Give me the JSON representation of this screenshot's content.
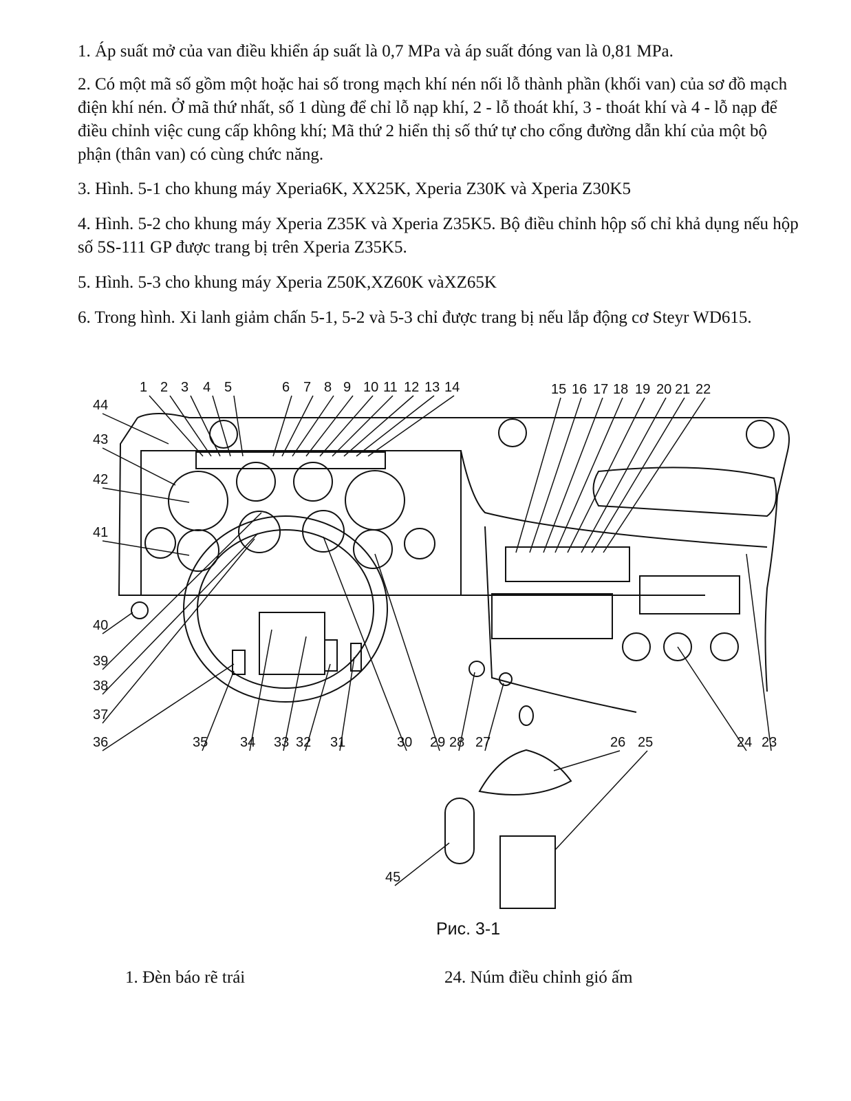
{
  "paragraphs": [
    "1. Áp suất mở của van điều khiển áp suất là 0,7 MPa và áp suất đóng van là 0,81 MPa.",
    "2. Có một mã số gồm một hoặc hai số trong mạch khí nén nối lỗ thành phần (khối van) của sơ đồ mạch điện khí nén. Ở mã thứ nhất, số 1 dùng để chỉ lỗ nạp khí, 2 - lỗ thoát khí, 3 - thoát khí và 4 - lỗ nạp để điều chỉnh việc cung cấp không khí; Mã thứ 2 hiển thị số thứ tự cho cổng đường dẫn khí của một bộ phận (thân van) có cùng chức năng.",
    "3. Hình. 5-1 cho khung máy Xperia6K, XX25K, Xperia Z30K và Xperia Z30K5",
    "4. Hình. 5-2 cho khung máy Xperia Z35K và Xperia Z35K5. Bộ điều chỉnh hộp số chỉ khả dụng nếu hộp số 5S-111 GP được trang bị trên Xperia Z35K5.",
    "5. Hình. 5-3 cho khung máy Xperia Z50K,XZ60K vàXZ65K",
    "6. Trong hình. Xi lanh giảm chấn 5-1, 5-2 và 5-3 chỉ được trang bị nếu lắp động cơ Steyr WD615."
  ],
  "figure": {
    "caption": "Рис. 3-1",
    "callouts": [
      "1",
      "2",
      "3",
      "4",
      "5",
      "6",
      "7",
      "8",
      "9",
      "10",
      "11",
      "12",
      "13",
      "14",
      "15",
      "16",
      "17",
      "18",
      "19",
      "20",
      "21",
      "22",
      "23",
      "24",
      "25",
      "26",
      "27",
      "28",
      "29",
      "30",
      "31",
      "32",
      "33",
      "34",
      "35",
      "36",
      "37",
      "38",
      "39",
      "40",
      "41",
      "42",
      "43",
      "44",
      "45"
    ]
  },
  "legend": {
    "item_1": "1. Đèn báo rẽ trái",
    "item_24": "24. Núm điều chỉnh gió ấm"
  }
}
